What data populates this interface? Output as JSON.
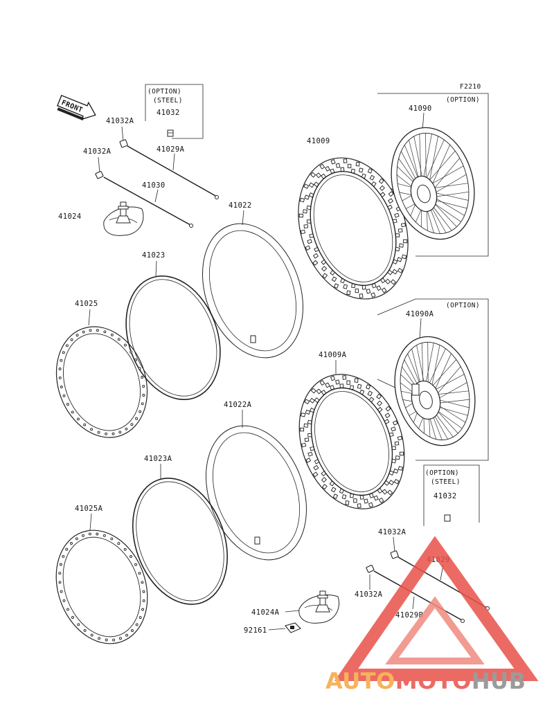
{
  "figure_code": "F2210",
  "front_label": "FRONT",
  "option_boxes": [
    {
      "line1": "(OPTION)",
      "line2": "(STEEL)",
      "part": "41032"
    },
    {
      "line1": "(OPTION)",
      "part": "41090"
    },
    {
      "line1": "(OPTION)",
      "part": "41090A"
    },
    {
      "line1": "(OPTION)",
      "line2": "(STEEL)",
      "part": "41032"
    }
  ],
  "parts": {
    "p41032A_1": "41032A",
    "p41029A": "41029A",
    "p41032A_2": "41032A",
    "p41030": "41030",
    "p41024": "41024",
    "p41022": "41022",
    "p41023": "41023",
    "p41009": "41009",
    "p41025": "41025",
    "p41009A": "41009A",
    "p41022A": "41022A",
    "p41023A": "41023A",
    "p41025A": "41025A",
    "p41032A_3": "41032A",
    "p41029": "41029",
    "p41032A_4": "41032A",
    "p41029B": "41029B",
    "p41024A": "41024A",
    "p92161": "92161"
  },
  "watermark": {
    "text_a": "AUTO",
    "text_b": "MOTO",
    "text_c": "HUB",
    "color_orange": "#f4a640",
    "color_red": "#e8524a",
    "color_gray": "#8a8a8a"
  }
}
